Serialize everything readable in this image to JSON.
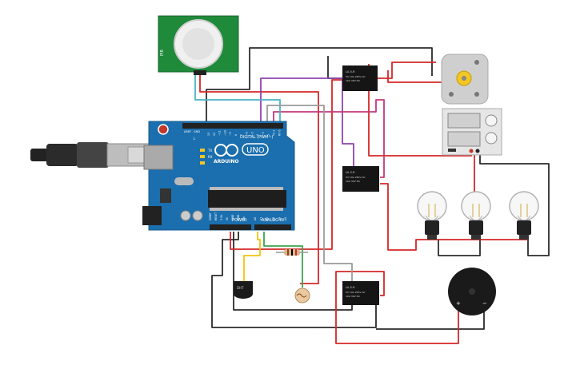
{
  "arduino": {
    "brand": "ARDUINO",
    "model": "UNO",
    "digital_label": "DIGITAL (PWM~)",
    "power_label": "POWER",
    "analog_label": "ANALOG IN",
    "tx_label": "TX",
    "rx_label": "RX",
    "l_label": "L",
    "aref_label": "AREF",
    "gnd_label": "GND",
    "digital_pins": [
      "13",
      "12",
      "~11",
      "~10",
      "~9",
      "8",
      "7",
      "~6",
      "~5",
      "4",
      "~3",
      "2",
      "TX 1",
      "RX 0"
    ],
    "power_pins": [
      "IOREF",
      "RESET",
      "3.3V",
      "5V",
      "GND",
      "GND",
      "Vin"
    ],
    "analog_pins": [
      "A0",
      "A1",
      "A2",
      "A3",
      "A4",
      "A5"
    ]
  },
  "relays": {
    "label_line1": "LU-5-R",
    "label_line2": "5V 10A 250V AC",
    "label_line3": "10A 30V DC"
  },
  "sensor": {
    "label": "DHT"
  },
  "buzzer": {
    "plus": "+",
    "minus": "−"
  },
  "pir": {
    "left_label": "PIR"
  },
  "colors": {
    "board": "#1b6fae",
    "wire_red": "#d62728",
    "wire_black": "#2b2b2b",
    "wire_purple": "#8e44ad",
    "wire_pink": "#c2397b",
    "wire_teal": "#4ab3c4",
    "wire_yellow": "#f1c40f",
    "wire_green": "#3fa34d",
    "wire_gray": "#9a9a9a",
    "pir_board": "#1f8a3a"
  }
}
